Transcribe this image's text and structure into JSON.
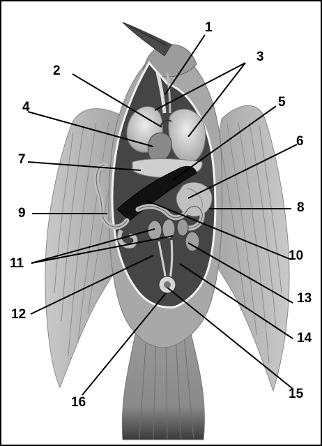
{
  "labels": [
    "1",
    "2",
    "3",
    "4",
    "5",
    "6",
    "7",
    "8",
    "9",
    "10",
    "11",
    "12",
    "13",
    "14",
    "15",
    "16"
  ],
  "colors": {
    "frame": "#000000",
    "wing": "#b4b4b4",
    "wing_feather": "#8c8c8c",
    "body": "#a9a9a9",
    "cavity": "#3e3e3e",
    "organ_light": "#d9d9d9",
    "organ_mid": "#9a9a9a",
    "organ_dark": "#1e1e1e",
    "leader": "#000000"
  }
}
